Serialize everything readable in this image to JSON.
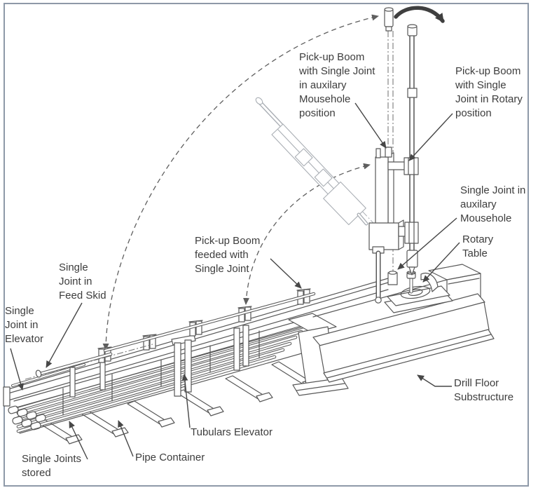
{
  "figure": {
    "labels": {
      "pickup_boom_aux": {
        "text": "Pick-up Boom\nwith Single Joint\nin auxilary\nMousehole\nposition"
      },
      "pickup_boom_rotary": {
        "text": "Pick-up Boom\nwith Single\nJoint in Rotary\nposition"
      },
      "single_joint_aux": {
        "text": "Single Joint in\nauxilary\nMousehole"
      },
      "rotary_table": {
        "text": "Rotary\nTable"
      },
      "pickup_boom_feeded": {
        "text": "Pick-up Boom\nfeeded with\nSingle Joint"
      },
      "single_joint_feed_skid": {
        "text": "Single\nJoint in\nFeed Skid"
      },
      "single_joint_elevator": {
        "text": "Single\nJoint in\nElevator"
      },
      "single_joints_stored": {
        "text": "Single Joints\nstored"
      },
      "pipe_container": {
        "text": "Pipe Container"
      },
      "tubulars_elevator": {
        "text": "Tubulars Elevator"
      },
      "drill_floor": {
        "text": "Drill Floor\nSubstructure"
      }
    },
    "colors": {
      "line": "#585858",
      "ghost": "#a9aeb4",
      "text": "#3d3d3d",
      "border": "#8e99a8",
      "background": "#ffffff"
    }
  }
}
